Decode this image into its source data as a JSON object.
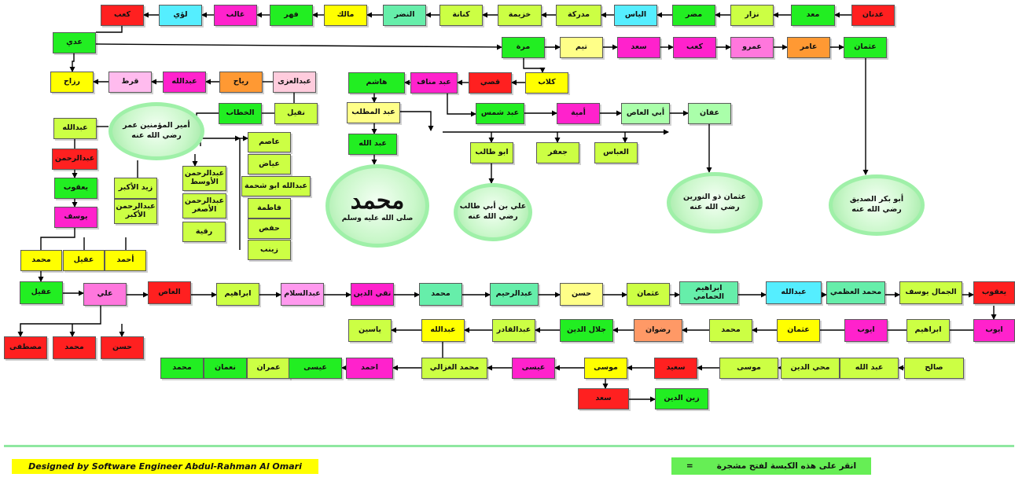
{
  "colors": {
    "red": "#ff2020",
    "green": "#22ee22",
    "yellow": "#ffff00",
    "lime": "#ccff44",
    "magenta": "#ff22cc",
    "pink": "#ff77dd",
    "orange": "#ff9933",
    "cyan": "#55eeff",
    "mint": "#66eeaa",
    "lightgreen": "#aaffaa",
    "paleyellow": "#ffff88",
    "salmon": "#ff9966",
    "lilac": "#ffbbee",
    "blush": "#ffccdd",
    "lavender": "#ff99ee"
  },
  "nodes": [
    {
      "id": "n0",
      "label": "عدنان",
      "color": "red"
    },
    {
      "id": "n1",
      "label": "معد",
      "color": "green"
    },
    {
      "id": "n2",
      "label": "نزار",
      "color": "lime"
    },
    {
      "id": "n3",
      "label": "مضر",
      "color": "green"
    },
    {
      "id": "n4",
      "label": "الياس",
      "color": "cyan"
    },
    {
      "id": "n5",
      "label": "مدركة",
      "color": "lime"
    },
    {
      "id": "n6",
      "label": "خزيمة",
      "color": "lime"
    },
    {
      "id": "n7",
      "label": "كنانة",
      "color": "lime"
    },
    {
      "id": "n8",
      "label": "النضر",
      "color": "mint"
    },
    {
      "id": "n9",
      "label": "مالك",
      "color": "yellow"
    },
    {
      "id": "n10",
      "label": "فهر",
      "color": "green"
    },
    {
      "id": "n11",
      "label": "غالب",
      "color": "magenta"
    },
    {
      "id": "n12",
      "label": "لؤي",
      "color": "cyan"
    },
    {
      "id": "n13",
      "label": "كعب",
      "color": "red"
    },
    {
      "id": "n14",
      "label": "عدي",
      "color": "green"
    },
    {
      "id": "n15",
      "label": "مرة",
      "color": "green"
    },
    {
      "id": "n16",
      "label": "تيم",
      "color": "paleyellow"
    },
    {
      "id": "n17",
      "label": "سعد",
      "color": "magenta"
    },
    {
      "id": "n18",
      "label": "كعب",
      "color": "magenta"
    },
    {
      "id": "n19",
      "label": "عمرو",
      "color": "pink"
    },
    {
      "id": "n20",
      "label": "عامر",
      "color": "orange"
    },
    {
      "id": "n21",
      "label": "عثمان",
      "color": "green"
    },
    {
      "id": "n22",
      "label": "رزاح",
      "color": "yellow"
    },
    {
      "id": "n23",
      "label": "قرط",
      "color": "lilac"
    },
    {
      "id": "n24",
      "label": "عبدالله",
      "color": "magenta"
    },
    {
      "id": "n25",
      "label": "رياح",
      "color": "orange"
    },
    {
      "id": "n26",
      "label": "عبدالعزى",
      "color": "blush"
    },
    {
      "id": "n27",
      "label": "هاشم",
      "color": "green"
    },
    {
      "id": "n28",
      "label": "عبد مناف",
      "color": "magenta"
    },
    {
      "id": "n29",
      "label": "قصي",
      "color": "red"
    },
    {
      "id": "n30",
      "label": "كلاب",
      "color": "yellow"
    },
    {
      "id": "n31",
      "label": "عبد المطلب",
      "color": "paleyellow"
    },
    {
      "id": "n32",
      "label": "عبد شمس",
      "color": "green"
    },
    {
      "id": "n33",
      "label": "أمية",
      "color": "magenta"
    },
    {
      "id": "n34",
      "label": "أبي العاص",
      "color": "lightgreen"
    },
    {
      "id": "n35",
      "label": "عفان",
      "color": "lightgreen"
    },
    {
      "id": "n36",
      "label": "نفيل",
      "color": "lime"
    },
    {
      "id": "n37",
      "label": "الخطاب",
      "color": "green"
    },
    {
      "id": "n38",
      "label": "عبدالله",
      "color": "lime"
    },
    {
      "id": "n39",
      "label": "عبد الله",
      "color": "green"
    },
    {
      "id": "n40",
      "label": "ابو طالب",
      "color": "lime"
    },
    {
      "id": "n41",
      "label": "جعفر",
      "color": "lime"
    },
    {
      "id": "n42",
      "label": "العباس",
      "color": "lime"
    },
    {
      "id": "n43",
      "label": "عاصم",
      "color": "lime"
    },
    {
      "id": "n44",
      "label": "عياض",
      "color": "lime"
    },
    {
      "id": "n45",
      "label": "عبدالله ابو شحمة",
      "color": "lime"
    },
    {
      "id": "n46",
      "label": "فاطمة",
      "color": "lime"
    },
    {
      "id": "n47",
      "label": "حفص",
      "color": "lime"
    },
    {
      "id": "n48",
      "label": "زينب",
      "color": "lime"
    },
    {
      "id": "n49",
      "label": "عبدالرحمن",
      "color": "red"
    },
    {
      "id": "n50",
      "label": "يعقوب",
      "color": "green"
    },
    {
      "id": "n51",
      "label": "يوسف",
      "color": "magenta"
    },
    {
      "id": "n52",
      "label": "زيد الأكبر",
      "color": "lime"
    },
    {
      "id": "n53",
      "label": "عبدالرحمن الأكبر",
      "color": "lime"
    },
    {
      "id": "n54",
      "label": "عبدالرحمن الأوسط",
      "color": "lime"
    },
    {
      "id": "n55",
      "label": "عبدالرحمن الأصغر",
      "color": "lime"
    },
    {
      "id": "n56",
      "label": "رقية",
      "color": "lime"
    },
    {
      "id": "n57",
      "label": "محمد",
      "color": "yellow"
    },
    {
      "id": "n58",
      "label": "عقيل",
      "color": "yellow"
    },
    {
      "id": "n59",
      "label": "أحمد",
      "color": "yellow"
    },
    {
      "id": "n60",
      "label": "عقيل",
      "color": "green"
    },
    {
      "id": "n61",
      "label": "علي",
      "color": "pink"
    },
    {
      "id": "n62",
      "label": "العاص",
      "color": "red"
    },
    {
      "id": "n63",
      "label": "ابراهيم",
      "color": "lime"
    },
    {
      "id": "n64",
      "label": "عبدالسلام",
      "color": "lavender"
    },
    {
      "id": "n65",
      "label": "تقي الدين",
      "color": "magenta"
    },
    {
      "id": "n66",
      "label": "محمد",
      "color": "mint"
    },
    {
      "id": "n67",
      "label": "عبدالرحيم",
      "color": "mint"
    },
    {
      "id": "n68",
      "label": "حسن",
      "color": "paleyellow"
    },
    {
      "id": "n69",
      "label": "عثمان",
      "color": "lime"
    },
    {
      "id": "n70",
      "label": "ابراهيم الحمامي",
      "color": "mint"
    },
    {
      "id": "n71",
      "label": "عبدالله",
      "color": "cyan"
    },
    {
      "id": "n72",
      "label": "محمد العظمي",
      "color": "mint"
    },
    {
      "id": "n73",
      "label": "الجمال يوسف",
      "color": "lime"
    },
    {
      "id": "n74",
      "label": "يعقوب",
      "color": "red"
    },
    {
      "id": "n75",
      "label": "مصطفى",
      "color": "red"
    },
    {
      "id": "n76",
      "label": "محمد",
      "color": "red"
    },
    {
      "id": "n77",
      "label": "حسن",
      "color": "red"
    },
    {
      "id": "n78",
      "label": "ياسين",
      "color": "lime"
    },
    {
      "id": "n79",
      "label": "عبدالله",
      "color": "yellow"
    },
    {
      "id": "n80",
      "label": "عبدالقادر",
      "color": "lime"
    },
    {
      "id": "n81",
      "label": "جلال الدين",
      "color": "green"
    },
    {
      "id": "n82",
      "label": "رضوان",
      "color": "salmon"
    },
    {
      "id": "n83",
      "label": "محمد",
      "color": "lime"
    },
    {
      "id": "n84",
      "label": "عثمان",
      "color": "yellow"
    },
    {
      "id": "n85",
      "label": "ايوب",
      "color": "magenta"
    },
    {
      "id": "n86",
      "label": "ابراهيم",
      "color": "lime"
    },
    {
      "id": "n87",
      "label": "ايوب",
      "color": "magenta"
    },
    {
      "id": "n88",
      "label": "محمد",
      "color": "green"
    },
    {
      "id": "n89",
      "label": "نعمان",
      "color": "green"
    },
    {
      "id": "n90",
      "label": "عمران",
      "color": "lime"
    },
    {
      "id": "n91",
      "label": "عيسى",
      "color": "green"
    },
    {
      "id": "n92",
      "label": "احمد",
      "color": "magenta"
    },
    {
      "id": "n93",
      "label": "محمد الغزالي",
      "color": "lime"
    },
    {
      "id": "n94",
      "label": "عيسى",
      "color": "magenta"
    },
    {
      "id": "n95",
      "label": "موسى",
      "color": "yellow"
    },
    {
      "id": "n96",
      "label": "سعيد",
      "color": "red"
    },
    {
      "id": "n97",
      "label": "موسى",
      "color": "lime"
    },
    {
      "id": "n98",
      "label": "محي الدين",
      "color": "lime"
    },
    {
      "id": "n99",
      "label": "عبد الله",
      "color": "lime"
    },
    {
      "id": "n100",
      "label": "صالح",
      "color": "lime"
    },
    {
      "id": "n101",
      "label": "سعد",
      "color": "red"
    },
    {
      "id": "n102",
      "label": "زين الدين",
      "color": "green"
    }
  ],
  "circles": [
    {
      "id": "c_omar",
      "line1": "أمير المؤمنين عمر",
      "line2": "رضي الله عنه"
    },
    {
      "id": "c_muhammad",
      "big": "محمد",
      "small": "صلى الله عليه وسلم"
    },
    {
      "id": "c_ali",
      "line1": "علي بن أبي طالب",
      "line2": "رضي الله عنه"
    },
    {
      "id": "c_uthman",
      "line1": "عثمان ذو النورين",
      "line2": "رضي الله عنه"
    },
    {
      "id": "c_abubakr",
      "line1": "أبو بكر الصديق",
      "line2": "رضي الله عنه"
    }
  ],
  "footer": {
    "credit": "Designed by Software Engineer Abdul-Rahman Al Omari",
    "click_hint": "انقر على هذه الكبسة  لفتح مشجرة",
    "click_symbol": "="
  }
}
